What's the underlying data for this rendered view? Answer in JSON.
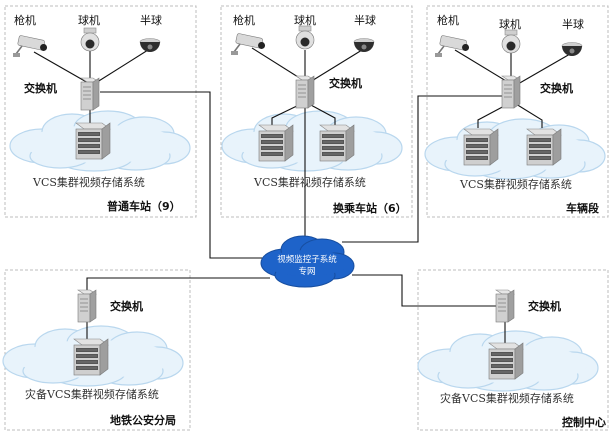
{
  "labels": {
    "gun_camera": "枪机",
    "dome_camera": "球机",
    "hemi_camera": "半球",
    "switch": "交换机",
    "vcs": "VCS集群视频存储系统",
    "backup_vcs": "灾备VCS集群视频存储系统"
  },
  "sites": {
    "normal_station": "普通车站（9）",
    "transfer_station": "换乘车站（6）",
    "depot": "车辆段",
    "police_bureau": "地铁公安分局",
    "control_center": "控制中心"
  },
  "network": {
    "line1": "视频监控子系统",
    "line2": "专网"
  },
  "colors": {
    "box_border": "#bdbdbd",
    "cloud_fill": "#e8f3fb",
    "cloud_stroke": "#b9d7ee",
    "network_fill": "#1e63c9",
    "link": "#111111"
  }
}
